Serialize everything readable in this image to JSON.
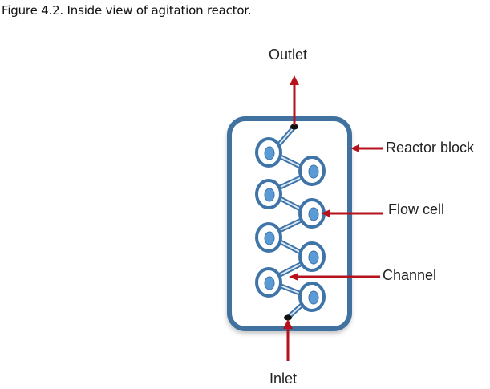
{
  "caption": {
    "figure_label": "Figure 4.2",
    "text": ". Inside view of agitation reactor."
  },
  "diagram": {
    "labels": {
      "outlet": "Outlet",
      "inlet": "Inlet",
      "reactor_block": "Reactor block",
      "flow_cell": "Flow cell",
      "channel": "Channel"
    },
    "colors": {
      "block_border": "#41729f",
      "cell": "#3f74a8",
      "cell_core": "#5b9bd5",
      "arrow": "#b5121b",
      "port": "#111111",
      "text": "#222222"
    },
    "flow_cell_count": 8
  }
}
